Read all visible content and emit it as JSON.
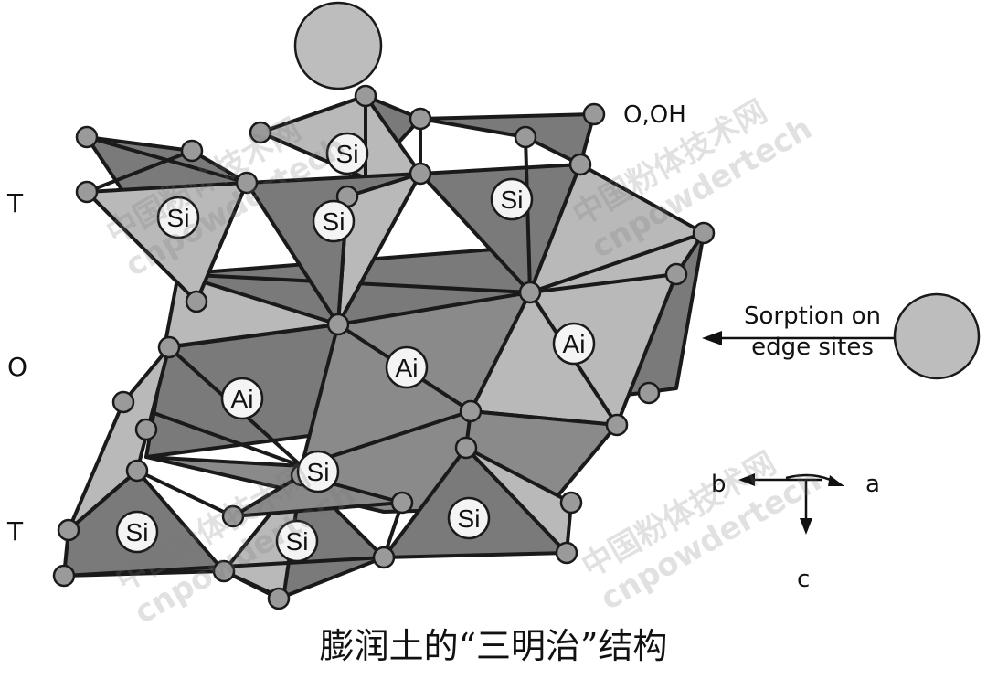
{
  "layers": {
    "top": "T",
    "middle": "O",
    "bottom": "T"
  },
  "labels": {
    "oxygen": "O,OH",
    "si": "Si",
    "al": "Ai",
    "sorption_line1": "Sorption on",
    "sorption_line2": "edge sites",
    "axis_a": "a",
    "axis_b": "b",
    "axis_c": "c"
  },
  "watermark": {
    "line1": "中国粉体技术网",
    "line2": "cnpowdertech"
  },
  "caption": "膨润土的“三明治”结构",
  "colors": {
    "dark_face": "#7a7a7a",
    "light_face": "#b9b9b9",
    "atom": "#9a9a9a",
    "sphere": "#bdbdbd",
    "edge": "#1a1a1a"
  }
}
